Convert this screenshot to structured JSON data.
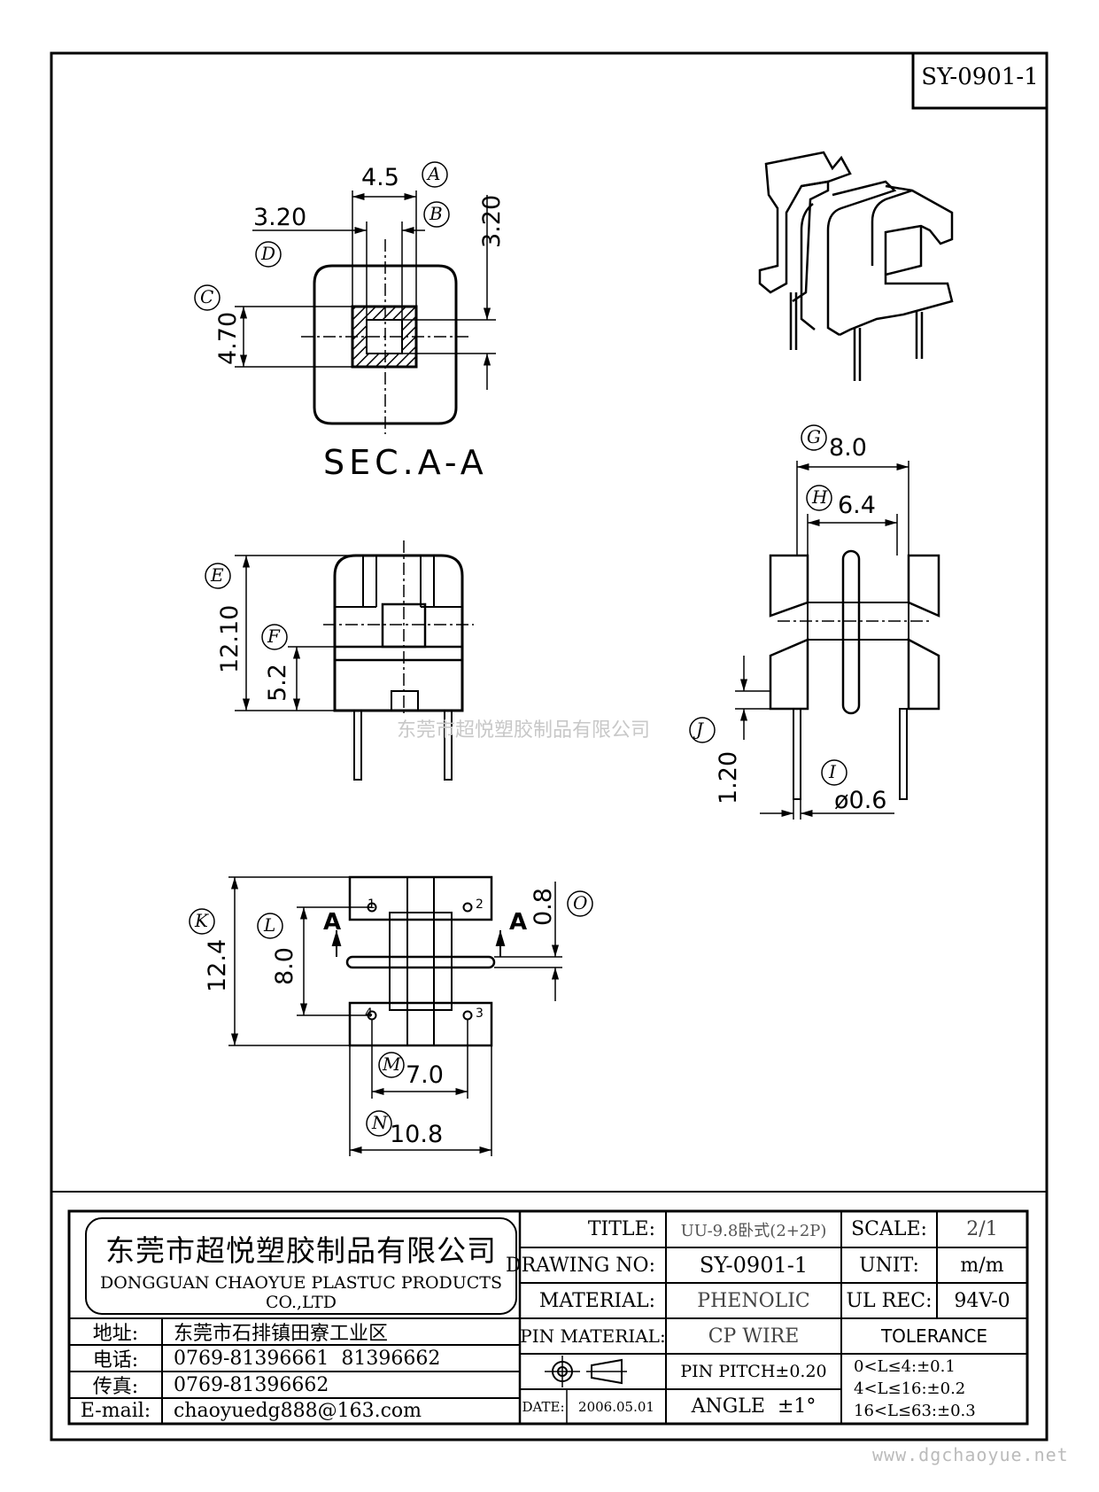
{
  "drawing_no_box": "SY-0901-1",
  "views": {
    "section_title": "SEC.A-A",
    "watermark": "东莞市超悦塑胶制品有限公司",
    "footer_url": "www.dgchaoyue.net"
  },
  "callouts": [
    "A",
    "B",
    "C",
    "D",
    "E",
    "F",
    "G",
    "H",
    "I",
    "J",
    "K",
    "L",
    "M",
    "N",
    "O"
  ],
  "dims": {
    "a_4_5": "4.5",
    "b_3_20": "3.20",
    "d_3_20": "3.20",
    "c_4_70": "4.70",
    "e_12_10": "12.10",
    "f_5_2": "5.2",
    "g_8_0": "8.0",
    "h_6_4": "6.4",
    "j_1_20": "1.20",
    "i_dia_0_6": "ø0.6",
    "k_12_4": "12.4",
    "l_8_0": "8.0",
    "o_0_8": "0.8",
    "m_7_0": "7.0",
    "n_10_8": "10.8",
    "section_mark": "A",
    "pin1": "1",
    "pin2": "2",
    "pin3": "3",
    "pin4": "4"
  },
  "company": {
    "name_cn": "东莞市超悦塑胶制品有限公司",
    "name_en": "DONGGUAN CHAOYUE PLASTUC PRODUCTS CO.,LTD",
    "address_label": "地址:",
    "address": "东莞市石排镇田寮工业区",
    "phone_label": "电话:",
    "phone": "0769-81396661  81396662",
    "fax_label": "传真:",
    "fax": "0769-81396662",
    "email_label": "E-mail:",
    "email": "chaoyuedg888@163.com"
  },
  "title_block": {
    "title_label": "TITLE:",
    "title": "UU-9.8卧式(2+2P)",
    "scale_label": "SCALE:",
    "scale": "2/1",
    "drawing_no_label": "DRAWING NO:",
    "drawing_no": "SY-0901-1",
    "unit_label": "UNIT:",
    "unit": "m/m",
    "material_label": "MATERIAL:",
    "material": "PHENOLIC",
    "ul_label": "UL REC:",
    "ul": "94V-0",
    "pin_material_label": "PIN MATERIAL:",
    "pin_material": "CP WIRE",
    "tolerance_label": "TOLERANCE",
    "pin_pitch": "PIN PITCH±0.20",
    "tol_1": "0<L≤4:±0.1",
    "tol_2": "4<L≤16:±0.2",
    "tol_3": "16<L≤63:±0.3",
    "date_label": "DATE:",
    "date": "2006.05.01",
    "angle": "ANGLE  ±1°"
  }
}
